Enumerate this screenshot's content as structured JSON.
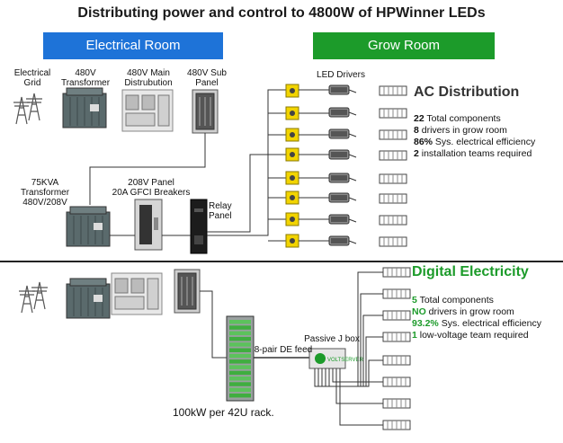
{
  "title": "Distributing power and control to 4800W of HPWinner LEDs",
  "rooms": {
    "electrical": "Electrical Room",
    "grow": "Grow Room"
  },
  "ac_labels": {
    "grid": "Electrical\nGrid",
    "transformer_480": "480V\nTransformer",
    "main_dist": "480V Main\nDistrubution",
    "sub_panel": "480V  Sub\nPanel",
    "led_drivers": "LED Drivers",
    "transformer_75": "75KVA\nTransformer\n480V/208V",
    "panel_208": "208V Panel\n20A GFCI Breakers",
    "relay_panel": "Relay\nPanel"
  },
  "ac_distribution": {
    "heading": "AC Distribution",
    "stats": [
      {
        "value": "22",
        "text": " Total components"
      },
      {
        "value": "8",
        "text": " drivers in grow room"
      },
      {
        "value": "86%",
        "text": " Sys. electrical efficiency"
      },
      {
        "value": "2",
        "text": " installation teams required"
      }
    ]
  },
  "digital_electricity": {
    "heading": "Digital Electricity",
    "stats": [
      {
        "value": "5",
        "text": " Total components"
      },
      {
        "value": "NO",
        "text": " drivers in grow room"
      },
      {
        "value": "93.2%",
        "text": " Sys. electrical efficiency"
      },
      {
        "value": "1",
        "text": " low-voltage team required"
      }
    ]
  },
  "de_labels": {
    "passive_jbox": "Passive J box",
    "de_feed": "8-pair DE feed",
    "rack_caption": "100kW per 42U rack.",
    "jbox_brand": "VOLTSERVER"
  },
  "colors": {
    "electrical_room": "#1e73d8",
    "grow_room": "#1c9b2a",
    "digital_green": "#1c9b2a",
    "driver_yellow": "#f2d400"
  }
}
